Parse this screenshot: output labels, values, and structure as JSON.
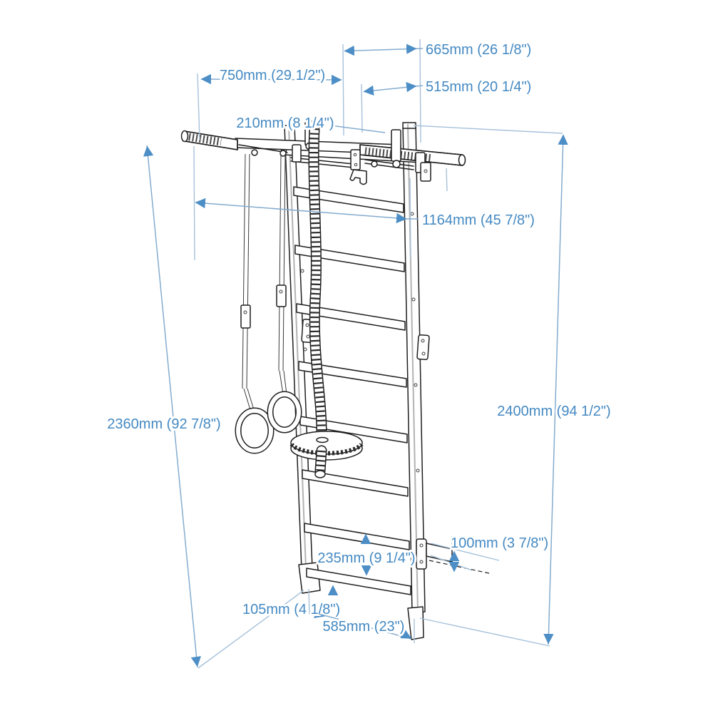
{
  "title": "Wall bars with pull-up bar - dimensional drawing",
  "colors": {
    "background": "#ffffff",
    "ink": "#1f1f1f",
    "dimension_line": "#85accf",
    "extension_line": "#a6c1da",
    "arrow": "#4d8ec6",
    "dimension_text": "#4489c2"
  },
  "dimensions": {
    "d750": "750mm (29 1/2\")",
    "d665": "665mm (26 1/8\")",
    "d515": "515mm (20 1/4\")",
    "d210": "210mm (8 1/4\")",
    "d1164": "1164mm (45 7/8\")",
    "d2360": "2360mm (92 7/8\")",
    "d2400": "2400mm (94 1/2\")",
    "d235": "235mm (9 1/4\")",
    "d100": "100mm (3 7/8\")",
    "d105": "105mm (4 1/8\")",
    "d585": "585mm (23\")"
  }
}
